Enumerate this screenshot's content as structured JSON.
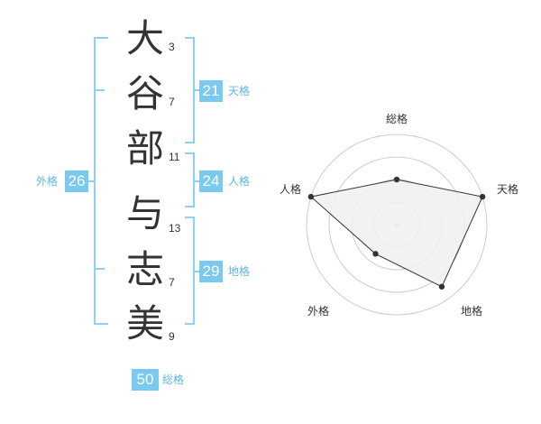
{
  "name": {
    "chars": [
      "大",
      "谷",
      "部",
      "与",
      "志",
      "美"
    ],
    "strokes": [
      "3",
      "7",
      "11",
      "13",
      "7",
      "9"
    ]
  },
  "kaku": {
    "tenkaku": {
      "value": "21",
      "label": "天格"
    },
    "jinkaku": {
      "value": "24",
      "label": "人格"
    },
    "chikaku": {
      "value": "29",
      "label": "地格"
    },
    "gaikaku": {
      "value": "26",
      "label": "外格"
    },
    "soukaku": {
      "value": "50",
      "label": "総格"
    }
  },
  "radar": {
    "axes": [
      "総格",
      "天格",
      "地格",
      "外格",
      "人格"
    ],
    "levels": 4,
    "values": [
      0.5,
      1.0,
      0.85,
      0.4,
      1.0
    ],
    "colors": {
      "fill": "#f0f0f0",
      "line": "#333333",
      "grid": "#cccccc",
      "point": "#333333"
    }
  },
  "colors": {
    "accent": "#7ac9f0",
    "accent_text": "#5fb7e6"
  }
}
